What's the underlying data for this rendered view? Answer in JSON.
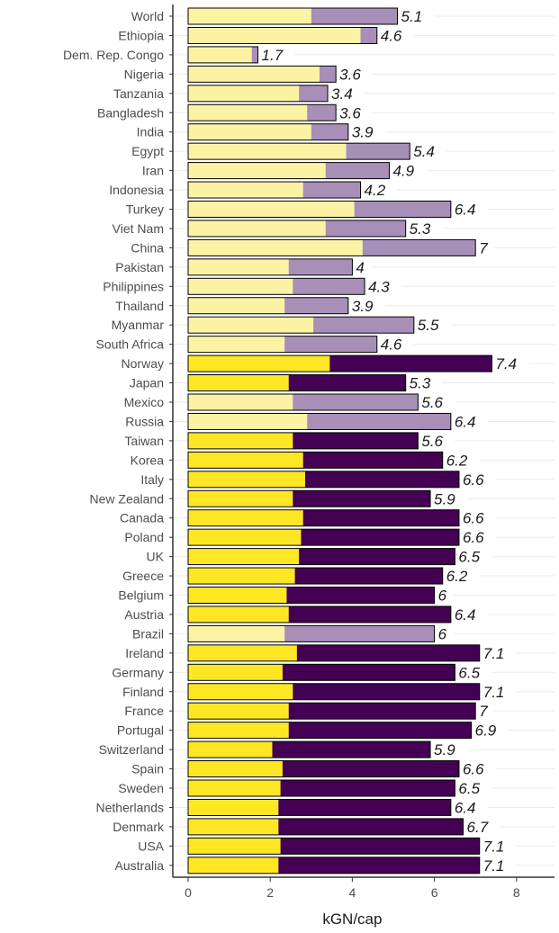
{
  "chart_data": {
    "type": "bar",
    "stacked": true,
    "orientation": "horizontal",
    "title": "",
    "xlabel": "kGN/cap",
    "ylabel": "",
    "xlim": [
      0,
      8.8
    ],
    "x_ticks": [
      0,
      2,
      4,
      6,
      8
    ],
    "grid": "horizontal lines at categories",
    "legend": "none",
    "colors": {
      "high_income_base": "#fde725",
      "high_income_top": "#440154",
      "other_base": "#fcf2a4",
      "other_top": "#a78fb8",
      "bar_outline": "#000000",
      "grid": "#ebebeb",
      "axis": "#333333"
    },
    "categories": [
      "World",
      "Ethiopia",
      "Dem. Rep. Congo",
      "Nigeria",
      "Tanzania",
      "Bangladesh",
      "India",
      "Egypt",
      "Iran",
      "Indonesia",
      "Turkey",
      "Viet Nam",
      "China",
      "Pakistan",
      "Philippines",
      "Thailand",
      "Myanmar",
      "South Africa",
      "Norway",
      "Japan",
      "Mexico",
      "Russia",
      "Taiwan",
      "Korea",
      "Italy",
      "New Zealand",
      "Canada",
      "Poland",
      "UK",
      "Greece",
      "Belgium",
      "Austria",
      "Brazil",
      "Ireland",
      "Germany",
      "Finland",
      "France",
      "Portugal",
      "Switzerland",
      "Spain",
      "Sweden",
      "Netherlands",
      "Denmark",
      "USA",
      "Australia"
    ],
    "group": [
      "other",
      "other",
      "other",
      "other",
      "other",
      "other",
      "other",
      "other",
      "other",
      "other",
      "other",
      "other",
      "other",
      "other",
      "other",
      "other",
      "other",
      "other",
      "high",
      "high",
      "other",
      "other",
      "high",
      "high",
      "high",
      "high",
      "high",
      "high",
      "high",
      "high",
      "high",
      "high",
      "other",
      "high",
      "high",
      "high",
      "high",
      "high",
      "high",
      "high",
      "high",
      "high",
      "high",
      "high",
      "high"
    ],
    "series": [
      {
        "values": [
          3.0,
          4.2,
          1.55,
          3.2,
          2.7,
          2.9,
          3.0,
          3.85,
          3.35,
          2.8,
          4.05,
          3.35,
          4.25,
          2.45,
          2.55,
          2.35,
          3.05,
          2.35,
          3.45,
          2.45,
          2.55,
          2.9,
          2.55,
          2.8,
          2.85,
          2.55,
          2.8,
          2.75,
          2.7,
          2.6,
          2.4,
          2.45,
          2.35,
          2.65,
          2.3,
          2.55,
          2.45,
          2.45,
          2.05,
          2.3,
          2.25,
          2.2,
          2.2,
          2.25,
          2.2
        ]
      },
      {
        "values": [
          2.1,
          0.4,
          0.15,
          0.4,
          0.7,
          0.7,
          0.9,
          1.55,
          1.55,
          1.4,
          2.35,
          1.95,
          2.75,
          1.55,
          1.75,
          1.55,
          2.45,
          2.25,
          3.95,
          2.85,
          3.05,
          3.5,
          3.05,
          3.4,
          3.75,
          3.35,
          3.8,
          3.85,
          3.8,
          3.6,
          3.6,
          3.95,
          3.65,
          4.45,
          4.2,
          4.55,
          4.55,
          4.45,
          3.85,
          4.3,
          4.25,
          4.2,
          4.5,
          4.85,
          4.9
        ]
      }
    ],
    "totals": [
      5.1,
      4.6,
      1.7,
      3.6,
      3.4,
      3.6,
      3.9,
      5.4,
      4.9,
      4.2,
      6.4,
      5.3,
      7.0,
      4.0,
      4.3,
      3.9,
      5.5,
      4.6,
      7.4,
      5.3,
      5.6,
      6.4,
      5.6,
      6.2,
      6.6,
      5.9,
      6.6,
      6.6,
      6.5,
      6.2,
      6.0,
      6.4,
      6.0,
      7.1,
      6.5,
      7.1,
      7.0,
      6.9,
      5.9,
      6.6,
      6.5,
      6.4,
      6.7,
      7.1,
      7.1
    ],
    "value_labels": [
      "5.1",
      "4.6",
      "1.7",
      "3.6",
      "3.4",
      "3.6",
      "3.9",
      "5.4",
      "4.9",
      "4.2",
      "6.4",
      "5.3",
      "7",
      "4",
      "4.3",
      "3.9",
      "5.5",
      "4.6",
      "7.4",
      "5.3",
      "5.6",
      "6.4",
      "5.6",
      "6.2",
      "6.6",
      "5.9",
      "6.6",
      "6.6",
      "6.5",
      "6.2",
      "6",
      "6.4",
      "6",
      "7.1",
      "6.5",
      "7.1",
      "7",
      "6.9",
      "5.9",
      "6.6",
      "6.5",
      "6.4",
      "6.7",
      "7.1",
      "7.1"
    ]
  }
}
